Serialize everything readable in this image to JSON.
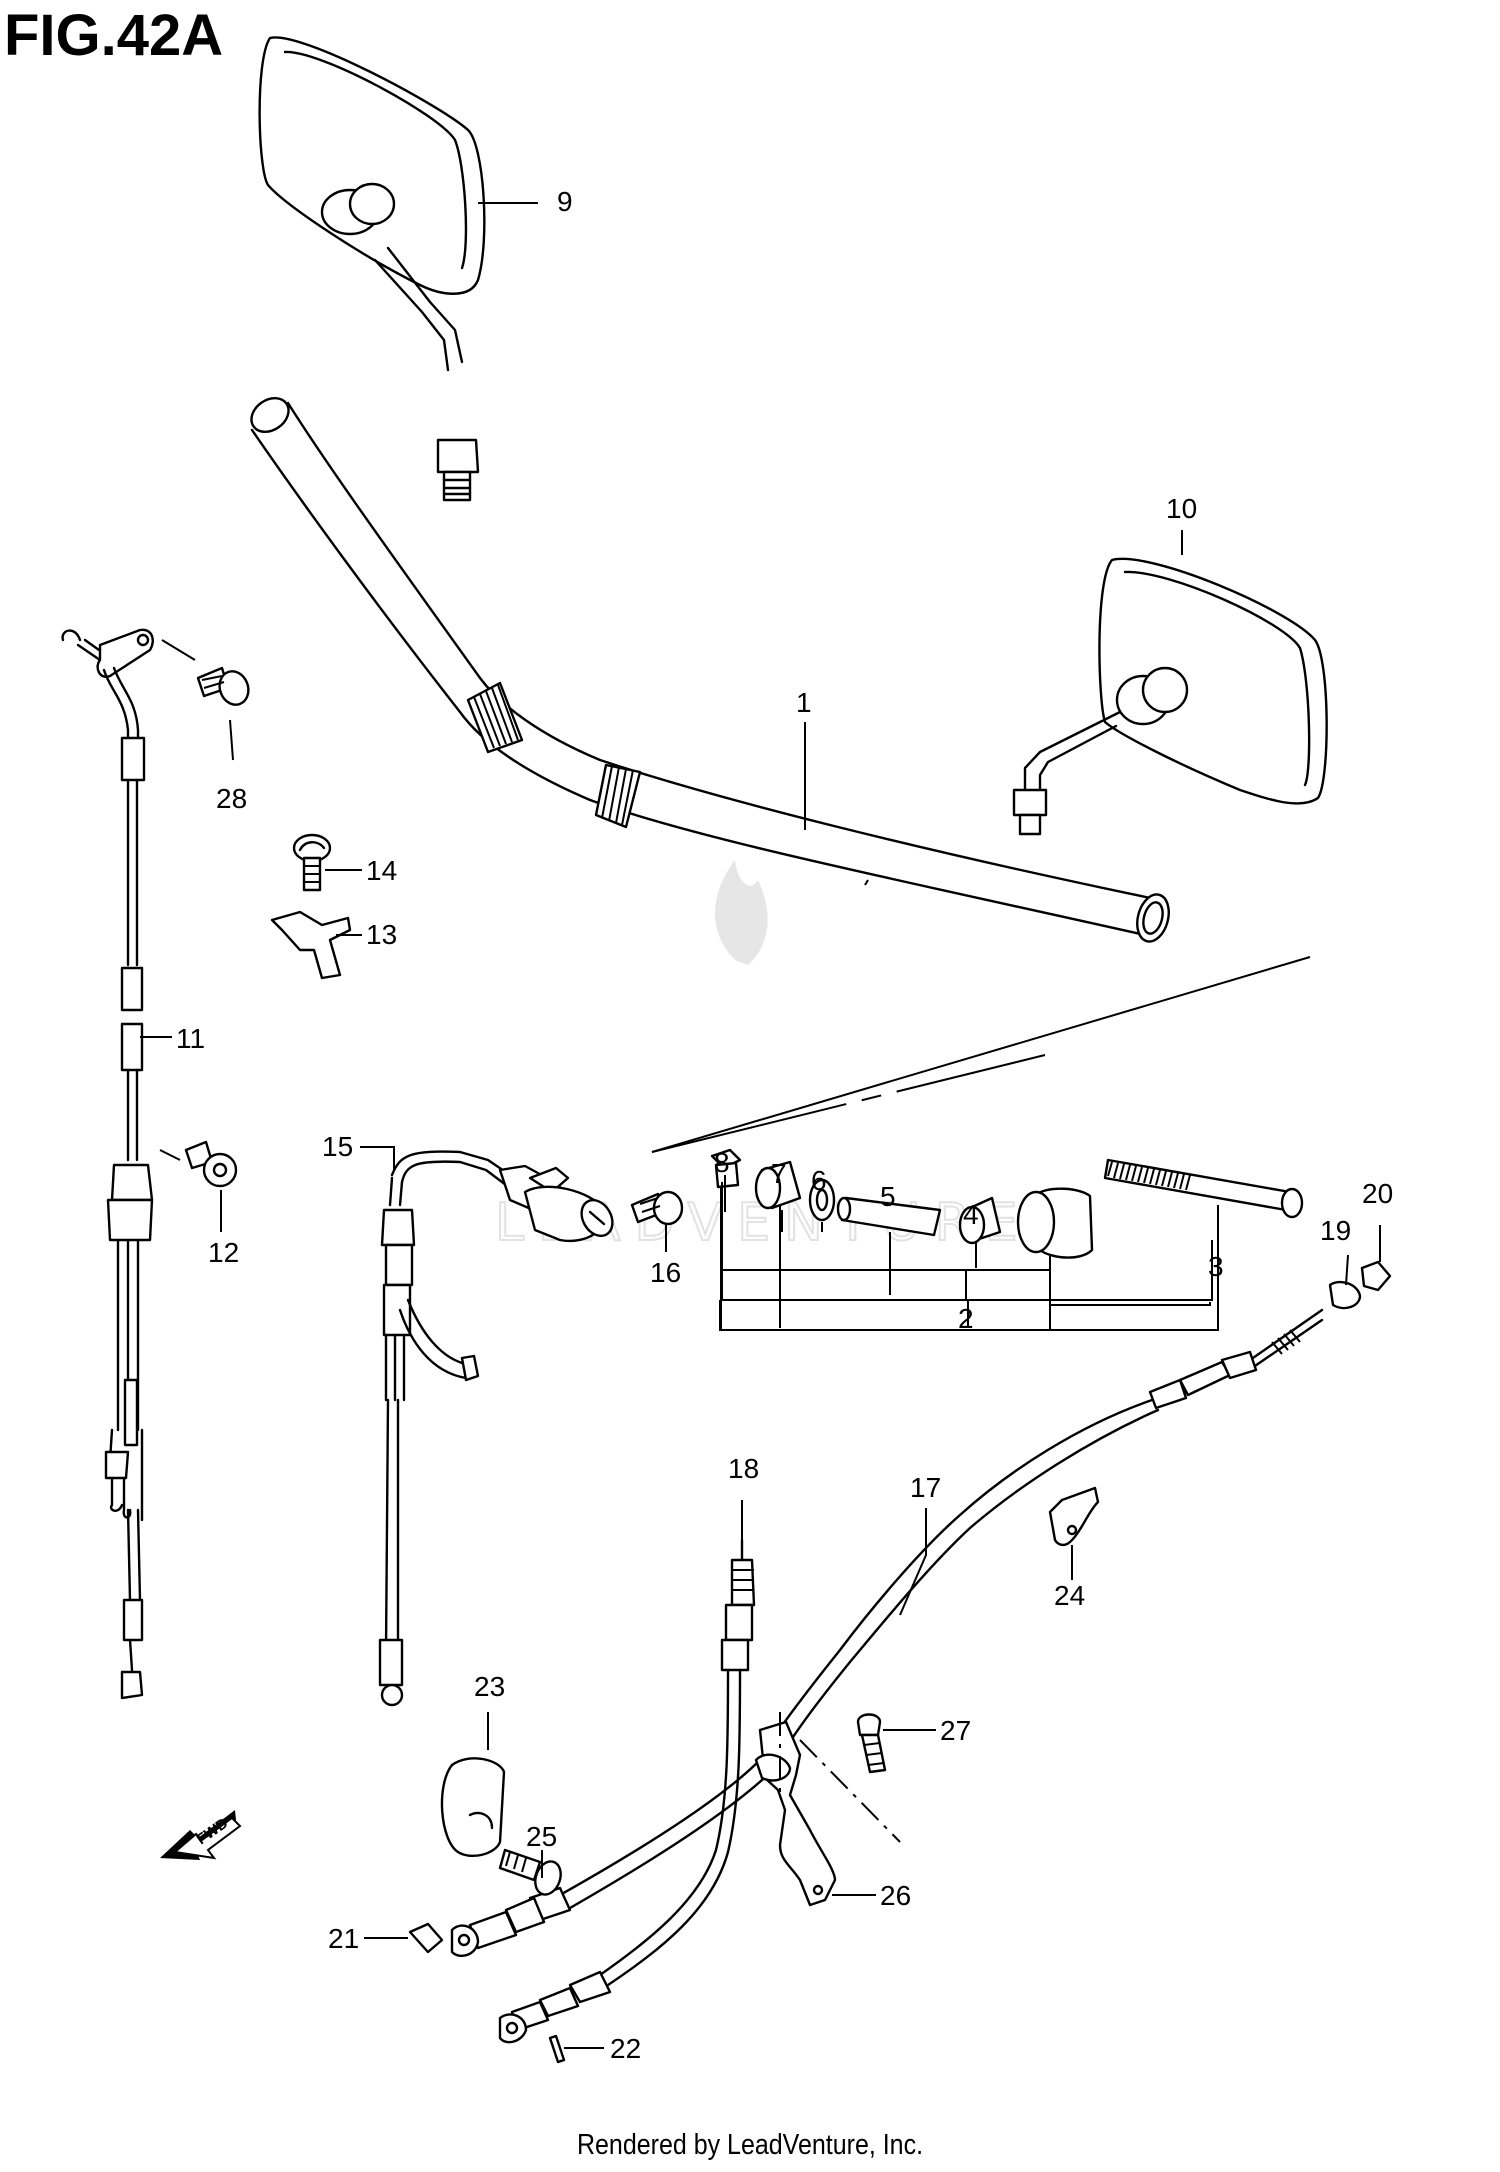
{
  "figure": {
    "title": "FIG.42A"
  },
  "footer": {
    "text": "Rendered by LeadVenture, Inc."
  },
  "watermark": {
    "text": "LEADVENTURE"
  },
  "fwd_arrow": {
    "label": "FWD"
  },
  "callouts": [
    {
      "id": "1",
      "label": "1"
    },
    {
      "id": "2",
      "label": "2"
    },
    {
      "id": "3",
      "label": "3"
    },
    {
      "id": "4",
      "label": "4"
    },
    {
      "id": "5",
      "label": "5"
    },
    {
      "id": "6",
      "label": "6"
    },
    {
      "id": "7",
      "label": "7"
    },
    {
      "id": "8",
      "label": "8"
    },
    {
      "id": "9",
      "label": "9"
    },
    {
      "id": "10",
      "label": "10"
    },
    {
      "id": "11",
      "label": "11"
    },
    {
      "id": "12",
      "label": "12"
    },
    {
      "id": "13",
      "label": "13"
    },
    {
      "id": "14",
      "label": "14"
    },
    {
      "id": "15",
      "label": "15"
    },
    {
      "id": "16",
      "label": "16"
    },
    {
      "id": "17",
      "label": "17"
    },
    {
      "id": "18",
      "label": "18"
    },
    {
      "id": "19",
      "label": "19"
    },
    {
      "id": "20",
      "label": "20"
    },
    {
      "id": "21",
      "label": "21"
    },
    {
      "id": "22",
      "label": "22"
    },
    {
      "id": "23",
      "label": "23"
    },
    {
      "id": "24",
      "label": "24"
    },
    {
      "id": "25",
      "label": "25"
    },
    {
      "id": "26",
      "label": "26"
    },
    {
      "id": "27",
      "label": "27"
    },
    {
      "id": "28",
      "label": "28"
    }
  ]
}
